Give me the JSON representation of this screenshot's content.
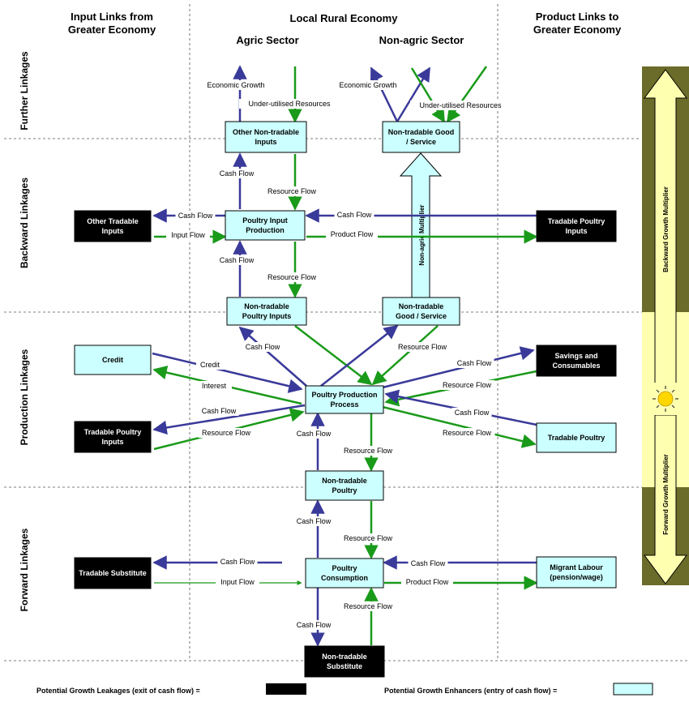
{
  "headers": {
    "input_links": [
      "Input Links from",
      "Greater Economy"
    ],
    "local": "Local Rural Economy",
    "agric": "Agric Sector",
    "nonagric": "Non-agric Sector",
    "product_links": [
      "Product Links to",
      "Greater Economy"
    ]
  },
  "rows": {
    "further": "Further Linkages",
    "backward": "Backward Linkages",
    "production": "Production Linkages",
    "forward": "Forward Linkages"
  },
  "boxes": {
    "other_nontradable": [
      "Other Non-tradable",
      "Inputs"
    ],
    "nontradable_good_top": [
      "Non-tradable Good",
      "/ Service"
    ],
    "other_tradable": [
      "Other Tradable",
      "Inputs"
    ],
    "poultry_input_prod": [
      "Poultry Input",
      "Production"
    ],
    "tradable_poultry_inputs_right": [
      "Tradable Poultry",
      "Inputs"
    ],
    "nontradable_poultry_inputs": [
      "Non-tradable",
      "Poultry Inputs"
    ],
    "nontradable_good_mid": [
      "Non-tradable",
      "Good / Service"
    ],
    "credit": [
      "Credit"
    ],
    "savings": [
      "Savings and",
      "Consumables"
    ],
    "poultry_prod_process": [
      "Poultry Production",
      "Process"
    ],
    "tradable_poultry_inputs_left": [
      "Tradable Poultry",
      "Inputs"
    ],
    "tradable_poultry": [
      "Tradable Poultry"
    ],
    "nontradable_poultry": [
      "Non-tradable",
      "Poultry"
    ],
    "tradable_substitute": [
      "Tradable Substitute"
    ],
    "poultry_consumption": [
      "Poultry",
      "Consumption"
    ],
    "migrant_labour": [
      "Migrant Labour",
      "(pension/wage)"
    ],
    "nontradable_substitute": [
      "Non-tradable",
      "Substitute"
    ]
  },
  "labels": {
    "economic_growth_agric": "Economic Growth",
    "underutilised_agric": "Under-utilised Resources",
    "economic_growth_nonagric": "Economic Growth",
    "underutilised_nonagric": "Under-utilised Resources",
    "cashflow_1": "Cash Flow",
    "resourceflow_1": "Resource Flow",
    "cashflow_left_pip": "Cash Flow",
    "inputflow_left_pip": "Input Flow",
    "cashflow_right_pip": "Cash Flow",
    "productflow_right_pip": "Product Flow",
    "cashflow_2": "Cash Flow",
    "resourceflow_2": "Resource Flow",
    "nonagric_multiplier": "Non-agric Multiplier",
    "cashflow_3": "Cash Flow",
    "resourceflow_3": "Resource Flow",
    "credit_lbl": "Credit",
    "interest_lbl": "Interest",
    "cashflow_savings": "Cash Flow",
    "resourceflow_savings": "Resource Flow",
    "cashflow_tp_left": "Cash Flow",
    "resourceflow_tp_left": "Resource Flow",
    "cashflow_tp_right": "Cash Flow",
    "resourceflow_tp_right": "Resource Flow",
    "cashflow_4": "Cash Flow",
    "resourceflow_4": "Resource Flow",
    "cashflow_5": "Cash Flow",
    "resourceflow_5": "Resource Flow",
    "cashflow_ts": "Cash Flow",
    "inputflow_ts": "Input Flow",
    "cashflow_ml": "Cash Flow",
    "productflow_ml": "Product Flow",
    "cashflow_6": "Cash Flow",
    "resourceflow_6": "Resource Flow"
  },
  "multipliers": {
    "backward": "Backward Growth Multiplier",
    "forward": "Forward Growth Multiplier"
  },
  "legend": {
    "leakages": "Potential Growth Leakages (exit of cash flow)  =",
    "enhancers": "Potential Growth Enhancers (entry of cash flow)  ="
  },
  "colors": {
    "cash_flow": "#3a3a9a",
    "resource_flow": "#1a9a1a",
    "local_box_fill": "#ccffff",
    "external_box_fill": "#000000",
    "multiplier_fill": "#6b6b2a",
    "multiplier_band": "#ffffb0",
    "sun": "#ffd700"
  }
}
